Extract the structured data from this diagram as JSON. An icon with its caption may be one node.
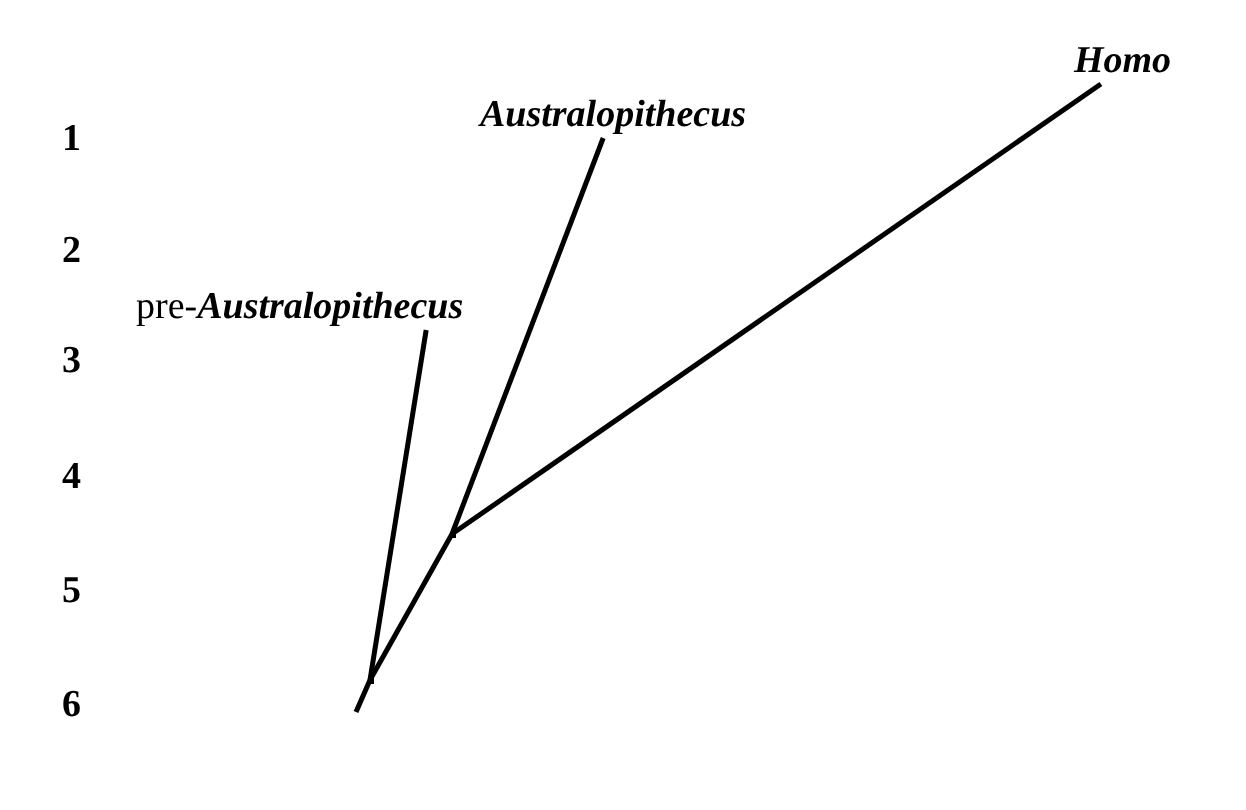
{
  "diagram": {
    "nodes": [
      {
        "text": [
          "Homo"
        ]
      },
      {
        "text": [
          "Australopithecus"
        ]
      },
      {
        "text": [
          "pre-*Australopithecus*"
        ]
      },
      {
        "text": [],
        "shape": "point"
      },
      {
        "text": [],
        "shape": "point"
      }
    ],
    "edges": [
      {
        "from": null,
        "to": 4,
        "arrow": "none"
      },
      {
        "from": 4,
        "to": 2,
        "arrow": "none"
      },
      {
        "from": 4,
        "to": 3,
        "arrow": "none"
      },
      {
        "from": 3,
        "to": 1,
        "arrow": "none"
      },
      {
        "from": 3,
        "to": 0,
        "arrow": "none"
      }
    ],
    "labels": [
      "1",
      "2",
      "3",
      "4",
      "5",
      "6"
    ]
  }
}
